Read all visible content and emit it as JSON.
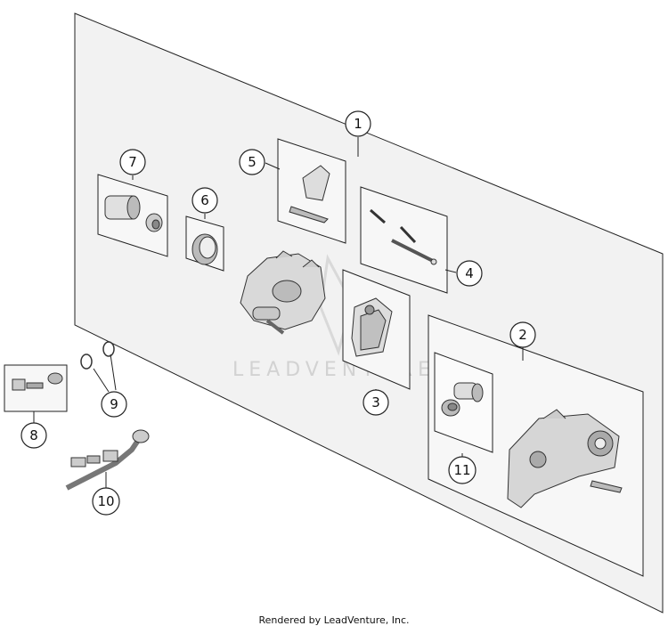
{
  "callouts": {
    "c1": "1",
    "c2": "2",
    "c3": "3",
    "c4": "4",
    "c5": "5",
    "c6": "6",
    "c7": "7",
    "c8": "8",
    "c9": "9",
    "c10": "10",
    "c11": "11"
  },
  "watermark": "LEADVENTURE",
  "footer": "Rendered by LeadVenture, Inc."
}
